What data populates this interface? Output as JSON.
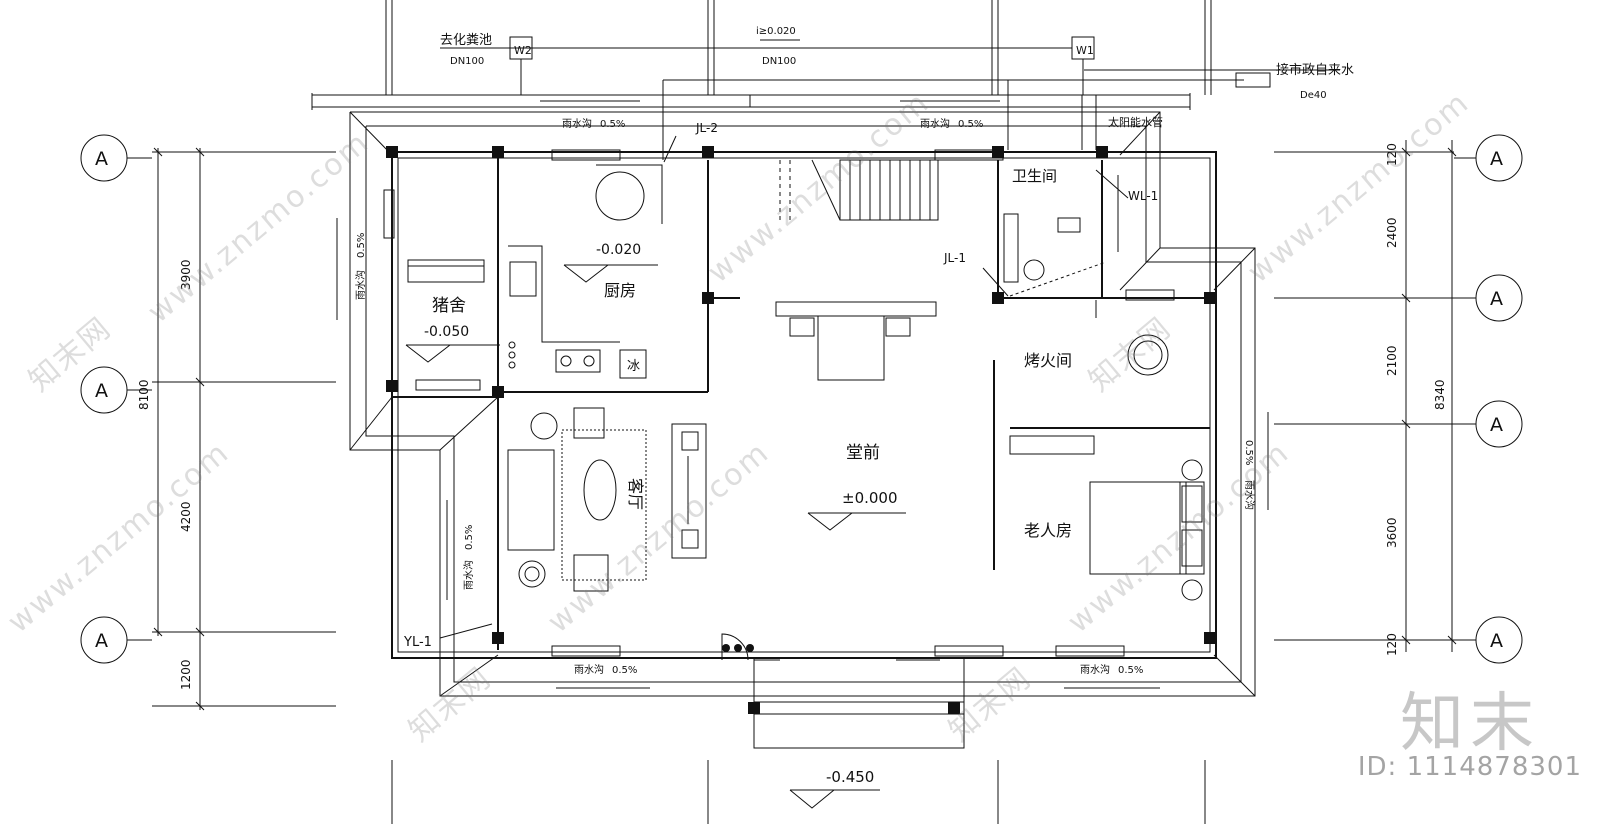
{
  "pipes": {
    "septic_label": "去化粪池",
    "w2": "W2",
    "w1": "W1",
    "dn_left": "DN100",
    "dn_mid": "DN100",
    "slope_top": "i≥0.020",
    "water_supply": "接市政自来水",
    "de40": "De40",
    "jl2": "JL-2",
    "jl1": "JL-1",
    "wl1": "WL-1",
    "yl1": "YL-1",
    "solar": "太阳能水管"
  },
  "gutters": {
    "label": "雨水沟",
    "slope": "0.5%"
  },
  "rooms": {
    "kitchen": "厨房",
    "kitchen_level": "-0.020",
    "pigsty": "猪舍",
    "pigsty_level": "-0.050",
    "living": "客厅",
    "hall": "堂前",
    "hall_level": "±0.000",
    "bathroom": "卫生间",
    "fire_room": "烤火间",
    "elder_room": "老人房",
    "outdoor_level": "-0.450",
    "fridge": "冰"
  },
  "dims_left": {
    "d1": "3900",
    "d2": "8100",
    "d3": "4200",
    "d4": "1200"
  },
  "dims_right": {
    "d1": "120",
    "d2": "2400",
    "d3": "2100",
    "d4": "8340",
    "d5": "3600",
    "d6": "120"
  },
  "axis": {
    "a1": "A",
    "a2": "A",
    "a3": "A",
    "r1": "A",
    "r2": "A",
    "r3": "A",
    "r4": "A"
  },
  "watermark": {
    "site": "www.znzmo.com",
    "brand_cn": "知末网",
    "logo": "知末",
    "id": "ID: 1114878301"
  }
}
